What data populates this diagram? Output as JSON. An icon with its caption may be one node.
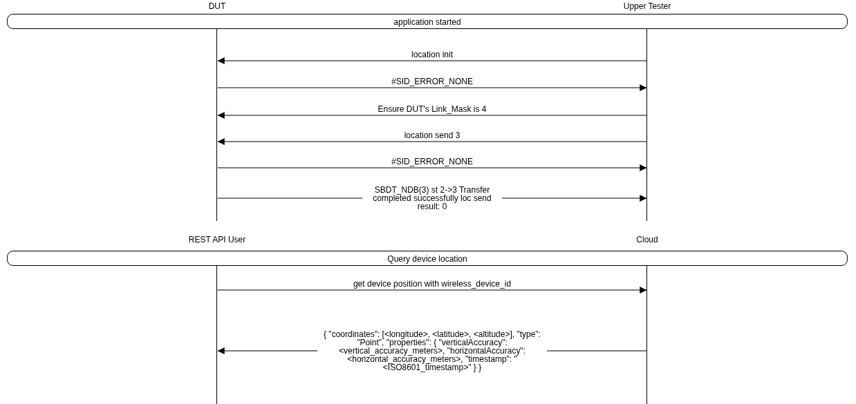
{
  "diagram": {
    "labels": [
      "DUT",
      "Upper Tester",
      "REST API User",
      "Cloud"
    ],
    "nodes": [
      {
        "text": [],
        "shape": "bar"
      },
      {
        "text": [],
        "shape": "bar"
      },
      {
        "text": [
          "application started"
        ]
      },
      {
        "text": [],
        "shape": "bar"
      },
      {
        "text": [],
        "shape": "bar"
      },
      {
        "text": [
          "Query device location"
        ]
      }
    ],
    "edges": [
      {
        "from": 1,
        "to": 0,
        "arrow": "to",
        "label": "location init"
      },
      {
        "from": 0,
        "to": 1,
        "arrow": "to",
        "label": "#SID_ERROR_NONE"
      },
      {
        "from": 1,
        "to": 0,
        "arrow": "to",
        "label": "Ensure DUT's Link_Mask is 4"
      },
      {
        "from": 1,
        "to": 0,
        "arrow": "to",
        "label": "location send 3"
      },
      {
        "from": 0,
        "to": 1,
        "arrow": "to",
        "label": "#SID_ERROR_NONE"
      },
      {
        "from": 0,
        "to": 1,
        "arrow": "to",
        "label": "SBDT_NDB(3) st 2->3 Transfer completed successfully loc send result: 0"
      },
      {
        "from": 3,
        "to": 4,
        "arrow": "to",
        "label": "get device position with wireless_device_id"
      },
      {
        "from": 4,
        "to": 3,
        "arrow": "to",
        "label": "{ \"coordinates\": [<longitude>, <latitude>, <altitude>], \"type\": \"Point\", \"properties\": { \"verticalAccuracy\": <vertical_accuracy_meters>, \"horizontalAccuracy\": <horizontal_accuracy_meters>, \"timestamp\": \"<ISO8601_timestamp>\" } }"
      }
    ]
  }
}
